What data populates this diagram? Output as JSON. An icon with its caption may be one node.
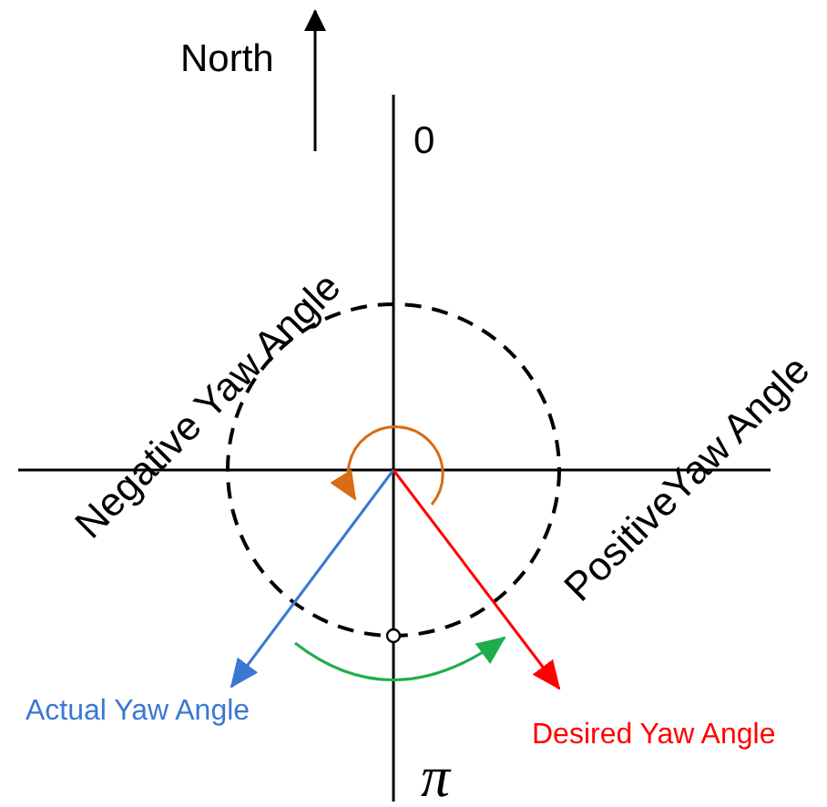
{
  "diagram": {
    "labels": [
      "North",
      "0",
      "Negative Yaw Angle",
      "PositiveYaw Angle",
      "Actual Yaw Angle",
      "Desired Yaw Angle",
      "π"
    ]
  }
}
